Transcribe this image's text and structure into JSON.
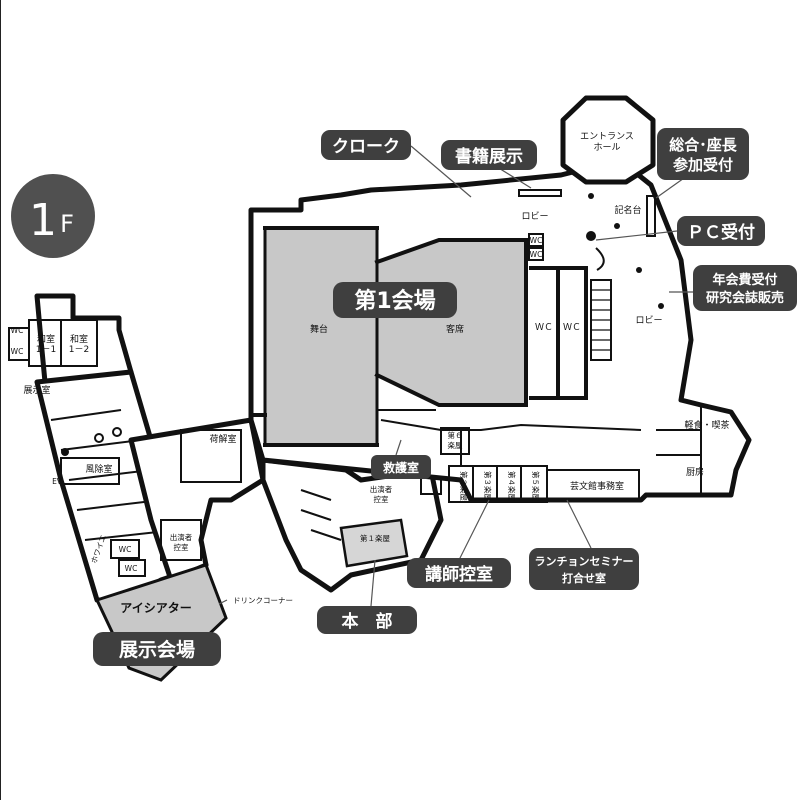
{
  "floor": {
    "number": "1",
    "suffix": "F"
  },
  "callouts": {
    "cloak": "クローク",
    "book_exhibit": "書籍展示",
    "general_reception_line1": "総合･座長",
    "general_reception_line2": "参加受付",
    "pc_reception": "ＰＣ受付",
    "fee_reception_line1": "年会費受付",
    "fee_reception_line2": "研究会誌販売",
    "hall1": "第1会場",
    "first_aid": "救護室",
    "speaker_room": "講師控室",
    "headquarters": "本　部",
    "luncheon_line1": "ランチョンセミナー",
    "luncheon_line2": "打合せ室",
    "exhibit_hall": "展示会場"
  },
  "rooms": {
    "entrance_hall_line1": "エントランス",
    "entrance_hall_line2": "ホール",
    "lobby_upper": "ロビー",
    "guestbook": "記名台",
    "lobby_right": "ロビー",
    "wc_small_a": "WC",
    "wc_small_b": "WC",
    "wc_big_a": "ＷＣ",
    "wc_big_b": "ＷＣ",
    "stage": "舞台",
    "audience": "客席",
    "snack_line1": "軽食・喫茶",
    "kitchen": "厨房",
    "green_room6_line1": "第６",
    "green_room6_line2": "楽屋",
    "green_room2": "第２楽屋",
    "green_room3": "第３楽屋",
    "green_room4": "第４楽屋",
    "green_room5": "第５楽屋",
    "arts_office": "芸文館事務室",
    "performer_ctrl_line1": "出演者",
    "performer_ctrl_line2": "控室",
    "green_room1": "第１楽屋",
    "unloading": "荷解室",
    "windbreak": "風除室",
    "foyer": "ホワイエ",
    "wc_left": "WC",
    "wc_left2": "WC",
    "ev": "EV",
    "performer_ctrl2_line1": "出演者",
    "performer_ctrl2_line2": "控室",
    "japanese_room_1_1_line1": "和室",
    "japanese_room_1_1_line2": "1－1",
    "japanese_room_1_2_line1": "和室",
    "japanese_room_1_2_line2": "1－2",
    "wc_jp_a": "WC",
    "wc_jp_b": "WC",
    "exhibition_room": "展示室",
    "aishi_theater": "アイシアター",
    "drink_corner": "ドリンクコーナー"
  },
  "colors": {
    "callout_bg": "#3f3f3f",
    "hall_fill": "#c8c8c8",
    "floor_badge_bg": "#505050"
  }
}
